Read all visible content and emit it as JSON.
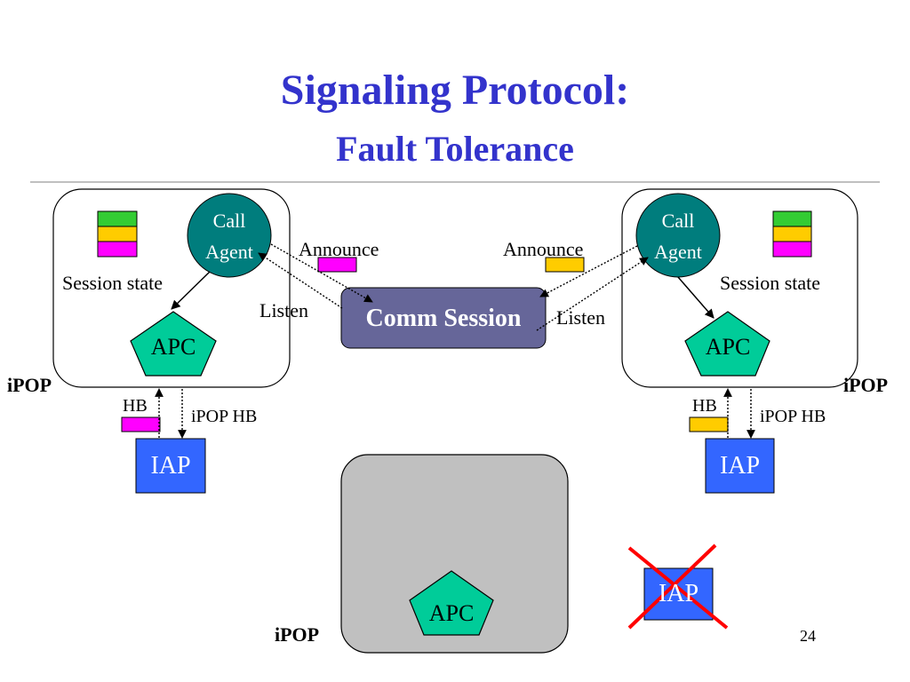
{
  "title": "Signaling Protocol:",
  "subtitle": "Fault Tolerance",
  "page_number": "24",
  "colors": {
    "title": "#3333cc",
    "call_agent": "#007d7d",
    "apc": "#00cc99",
    "comm_session": "#666699",
    "iap": "#3366ff",
    "session_green": "#33cc33",
    "session_yellow": "#ffcc00",
    "session_magenta": "#ff00ff",
    "failed_pop_bg": "#c0c0c0",
    "failure_cross": "#ff0000"
  },
  "left_pop": {
    "label": "iPOP",
    "call_agent": [
      "Call",
      "Agent"
    ],
    "session_state": "Session state",
    "apc": "APC",
    "hb": "HB",
    "ipop_hb": "iPOP HB",
    "iap": "IAP",
    "announce": "Announce",
    "listen": "Listen"
  },
  "right_pop": {
    "label": "iPOP",
    "call_agent": [
      "Call",
      "Agent"
    ],
    "session_state": "Session state",
    "apc": "APC",
    "hb": "HB",
    "ipop_hb": "iPOP HB",
    "iap": "IAP",
    "announce": "Announce",
    "listen": "Listen"
  },
  "comm_session": "Comm Session",
  "failed_pop": {
    "label": "iPOP",
    "apc": "APC",
    "iap": "IAP",
    "failed": true
  }
}
